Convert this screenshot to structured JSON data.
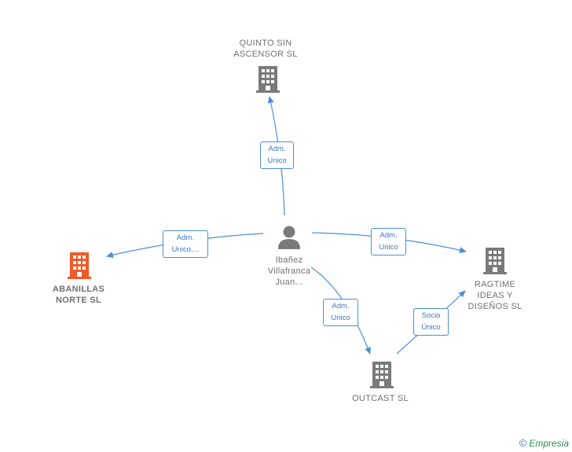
{
  "colors": {
    "edge": "#4a8fd8",
    "building": "#7a7a7a",
    "highlight": "#f05a28",
    "person": "#7a7a7a"
  },
  "nodes": {
    "quinto": {
      "label": "QUINTO SIN\nASCENSOR  SL",
      "icon": "building-icon"
    },
    "abanillas": {
      "label": "ABANILLAS\nNORTE  SL",
      "icon": "building-icon",
      "highlight": true
    },
    "person": {
      "label": "Ibañez\nVillafranca\nJuan...",
      "icon": "person-icon"
    },
    "ragtime": {
      "label": "RAGTIME\nIDEAS Y\nDISEÑOS  SL",
      "icon": "building-icon"
    },
    "outcast": {
      "label": "OUTCAST  SL",
      "icon": "building-icon"
    }
  },
  "edges": {
    "to_quinto": {
      "line1": "Adm.",
      "line2": "Unico"
    },
    "to_abanillas": {
      "line1": "Adm.",
      "line2": "Unico,..."
    },
    "to_ragtime": {
      "line1": "Adm.",
      "line2": "Unico"
    },
    "to_outcast": {
      "line1": "Adm.",
      "line2": "Unico"
    },
    "outcast_to_ragtime": {
      "line1": "Socio",
      "line2": "Único"
    }
  },
  "brand": {
    "symbol": "©",
    "name": "Empresia"
  }
}
